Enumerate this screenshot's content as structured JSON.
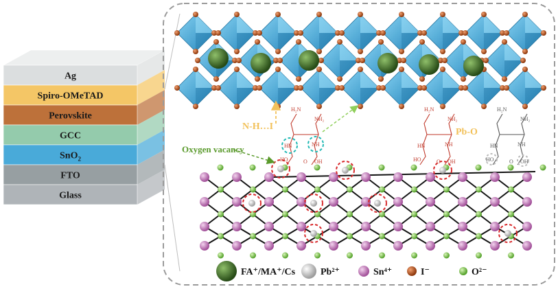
{
  "layers": [
    {
      "name": "Ag",
      "color": "#d9dcdd"
    },
    {
      "name": "Spiro-OMeTAD",
      "color": "#f4c25a"
    },
    {
      "name": "Perovskite",
      "color": "#b8652a"
    },
    {
      "name": "GCC",
      "color": "#8cc7a6"
    },
    {
      "name": "SnO2",
      "color": "#3aa3d6"
    },
    {
      "name": "FTO",
      "color": "#8f979b"
    },
    {
      "name": "Glass",
      "color": "#a9aeb2"
    }
  ],
  "annotations": {
    "hydrogen_bond": "N-H…I",
    "oxygen_vacancy": "Oxygen vacancy",
    "pb_o": "Pb-O"
  },
  "molecule_labels": {
    "nh2": "NH₂",
    "h2n": "H₂N",
    "nh": "NH",
    "hn": "HN",
    "oh": "OH",
    "ho": "HO",
    "o": "O"
  },
  "legend": [
    {
      "label": "FA⁺/MA⁺/Cs",
      "color": "#3f6b2a",
      "glyph": "large-green-sphere"
    },
    {
      "label": "Pb²⁺",
      "color": "#e8e8e8",
      "glyph": "white-sphere"
    },
    {
      "label": "Sn⁴⁺",
      "color": "#c77bbd",
      "glyph": "pink-sphere"
    },
    {
      "label": "I⁻",
      "color": "#c7551c",
      "glyph": "orange-sphere"
    },
    {
      "label": "O²⁻",
      "color": "#7ec94b",
      "glyph": "green-sphere"
    }
  ],
  "colors": {
    "octahedron": "#35a8dc",
    "annotation_yellow": "#f2c15a",
    "annotation_green": "#5a9a2c",
    "vacancy_circle": "#d8282a",
    "nh_circle": "#1fb8b4",
    "molecule_red": "#c0392b",
    "panel_border": "#9a9a9a"
  }
}
